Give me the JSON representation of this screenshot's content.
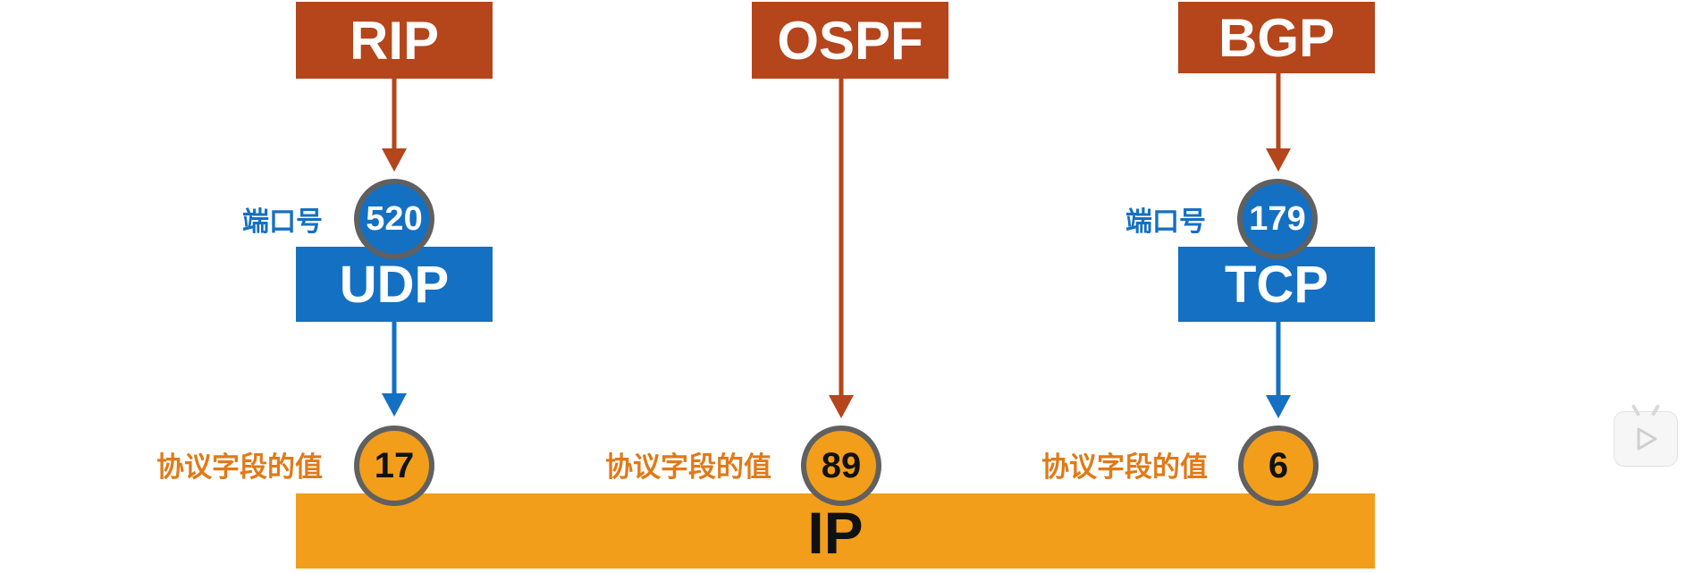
{
  "app_protocols": [
    "RIP",
    "OSPF",
    "BGP"
  ],
  "transport_protocols": [
    "UDP",
    "TCP"
  ],
  "network_layer": "IP",
  "port_label": "端口号",
  "protocol_field_label": "协议字段的值",
  "ports": {
    "rip": "520",
    "bgp": "179"
  },
  "protocol_values": {
    "udp": "17",
    "ospf": "89",
    "tcp": "6"
  },
  "colors": {
    "app": "#b5451b",
    "transport": "#1470c3",
    "ip": "#f29e1b",
    "circle_border": "#606060"
  },
  "icons": {
    "play": "play-icon"
  }
}
